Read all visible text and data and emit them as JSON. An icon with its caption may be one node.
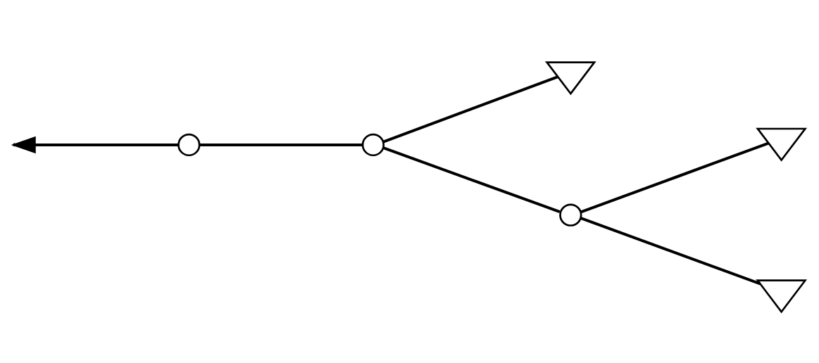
{
  "diagram": {
    "nodes": [
      {
        "text": [],
        "shape": "circle"
      },
      {
        "text": [],
        "shape": "circle"
      },
      {
        "text": [],
        "shape": "picture"
      },
      {
        "text": [],
        "shape": "circle"
      },
      {
        "text": [],
        "shape": "picture"
      },
      {
        "text": [],
        "shape": "picture"
      }
    ],
    "edges": [
      {
        "from": 0,
        "to": null,
        "arrow": "to"
      },
      {
        "from": 0,
        "to": 1,
        "arrow": "none"
      },
      {
        "from": 1,
        "to": 2,
        "arrow": "none"
      },
      {
        "from": 1,
        "to": 3,
        "arrow": "none"
      },
      {
        "from": 3,
        "to": 4,
        "arrow": "none"
      },
      {
        "from": 3,
        "to": 5,
        "arrow": "none"
      }
    ]
  }
}
